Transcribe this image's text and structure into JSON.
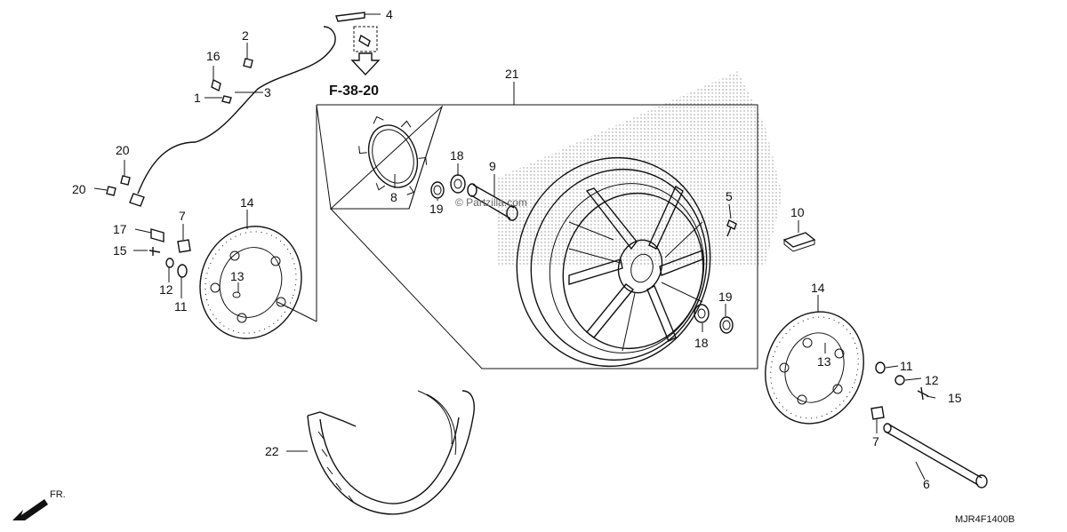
{
  "diagram": {
    "reference": "F-38-20",
    "code": "MJR4F1400B",
    "direction": "FR.",
    "watermark": "© Partzilla.com",
    "callouts": [
      {
        "id": "c1",
        "label": "1"
      },
      {
        "id": "c2",
        "label": "2"
      },
      {
        "id": "c3",
        "label": "3"
      },
      {
        "id": "c4",
        "label": "4"
      },
      {
        "id": "c5",
        "label": "5"
      },
      {
        "id": "c6",
        "label": "6"
      },
      {
        "id": "c7a",
        "label": "7"
      },
      {
        "id": "c7b",
        "label": "7"
      },
      {
        "id": "c8",
        "label": "8"
      },
      {
        "id": "c9",
        "label": "9"
      },
      {
        "id": "c10",
        "label": "10"
      },
      {
        "id": "c11a",
        "label": "11"
      },
      {
        "id": "c11b",
        "label": "11"
      },
      {
        "id": "c12a",
        "label": "12"
      },
      {
        "id": "c12b",
        "label": "12"
      },
      {
        "id": "c13a",
        "label": "13"
      },
      {
        "id": "c13b",
        "label": "13"
      },
      {
        "id": "c14a",
        "label": "14"
      },
      {
        "id": "c14b",
        "label": "14"
      },
      {
        "id": "c15a",
        "label": "15"
      },
      {
        "id": "c15b",
        "label": "15"
      },
      {
        "id": "c16",
        "label": "16"
      },
      {
        "id": "c17",
        "label": "17"
      },
      {
        "id": "c18a",
        "label": "18"
      },
      {
        "id": "c18b",
        "label": "18"
      },
      {
        "id": "c19a",
        "label": "19"
      },
      {
        "id": "c19b",
        "label": "19"
      },
      {
        "id": "c20a",
        "label": "20"
      },
      {
        "id": "c20b",
        "label": "20"
      },
      {
        "id": "c21",
        "label": "21"
      },
      {
        "id": "c22",
        "label": "22"
      }
    ]
  }
}
